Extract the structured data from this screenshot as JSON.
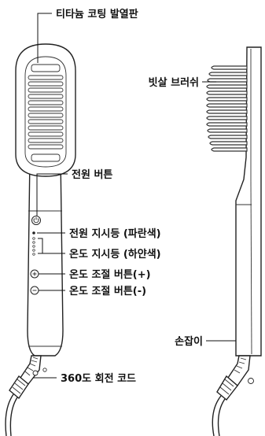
{
  "labels": {
    "titanium_plate": "티타늄 코팅 발열판",
    "power_button": "전원 버튼",
    "power_indicator": "전원 지시등 (파란색)",
    "temp_indicator": "온도 지시등 (하얀색)",
    "temp_up_button": "온도 조절 버튼(+)",
    "temp_down_button": "온도 조절 버튼(-)",
    "swivel_cord": "360도 회전 코드",
    "bristle_brush": "빗살 브러쉬",
    "handle": "손잡이"
  },
  "colors": {
    "ink": "#111111",
    "outline": "#222222",
    "background": "#ffffff"
  },
  "icons": {
    "power_button_symbol": "power-icon",
    "plus_button_symbol": "plus-icon",
    "minus_button_symbol": "minus-icon"
  }
}
